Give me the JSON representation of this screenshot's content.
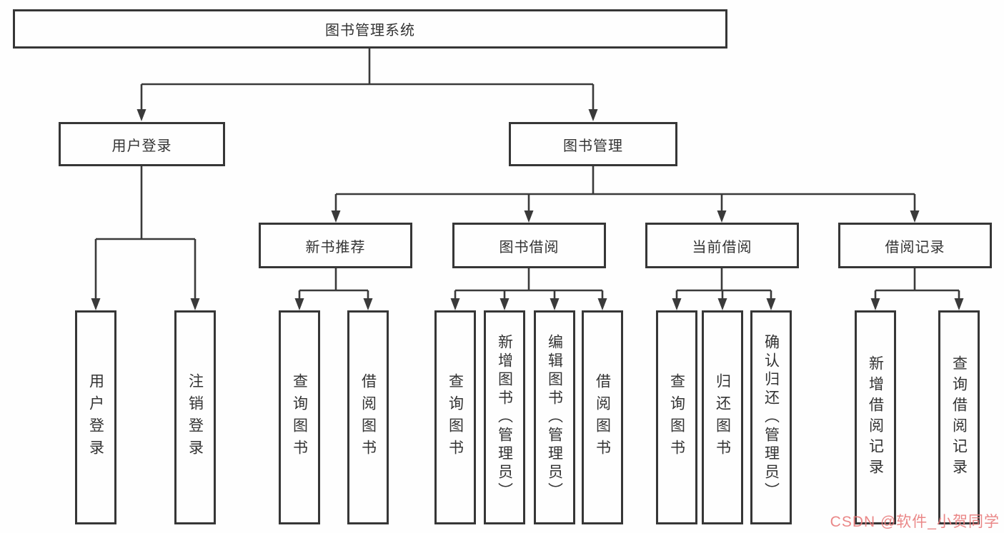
{
  "tree": {
    "root": {
      "label": "图书管理系统",
      "children": [
        {
          "label": "用户登录",
          "children": [
            {
              "label": "用户登录"
            },
            {
              "label": "注销登录"
            }
          ]
        },
        {
          "label": "图书管理",
          "children": [
            {
              "label": "新书推荐",
              "children": [
                {
                  "label": "查询图书"
                },
                {
                  "label": "借阅图书"
                }
              ]
            },
            {
              "label": "图书借阅",
              "children": [
                {
                  "label": "查询图书"
                },
                {
                  "label": "新增图书（管理员）"
                },
                {
                  "label": "编辑图书（管理员）"
                },
                {
                  "label": "借阅图书"
                }
              ]
            },
            {
              "label": "当前借阅",
              "children": [
                {
                  "label": "查询图书"
                },
                {
                  "label": "归还图书"
                },
                {
                  "label": "确认归还（管理员）"
                }
              ]
            },
            {
              "label": "借阅记录",
              "children": [
                {
                  "label": "新增借阅记录"
                },
                {
                  "label": "查询借阅记录"
                }
              ]
            }
          ]
        }
      ]
    }
  },
  "watermark": {
    "text": "CSDN @软件_小贺同学"
  },
  "colors": {
    "line": "#3a3a3a",
    "border": "#363636",
    "text": "#333333",
    "watermark": "#e87d7d",
    "background": "#fefefe"
  }
}
